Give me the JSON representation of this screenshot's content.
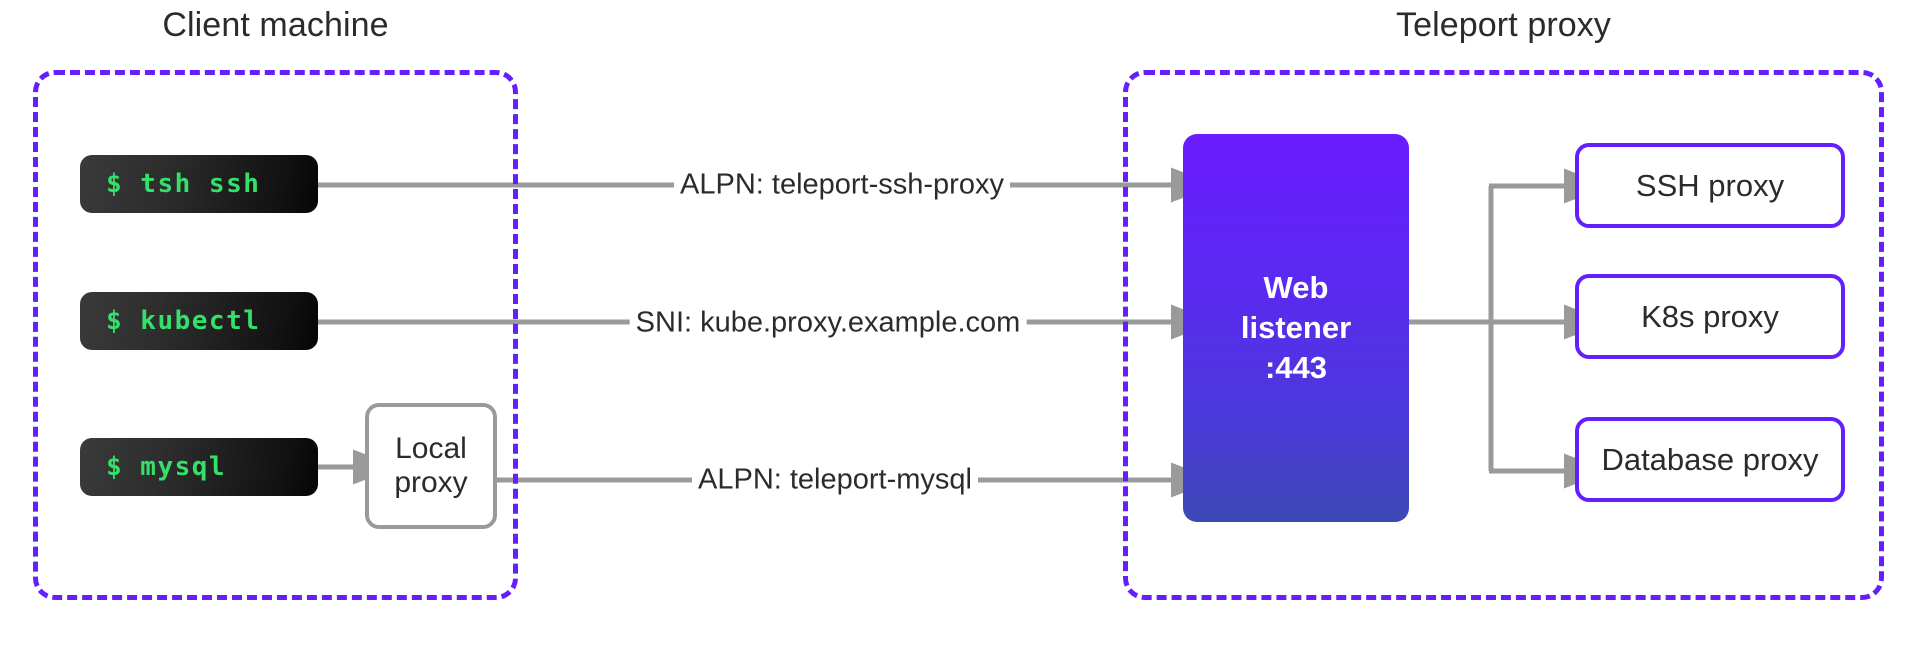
{
  "zones": [
    {
      "id": "client",
      "title": "Client machine"
    },
    {
      "id": "proxy",
      "title": "Teleport proxy"
    }
  ],
  "terminals": [
    {
      "id": "tsh",
      "command": "$ tsh ssh"
    },
    {
      "id": "kubectl",
      "command": "$ kubectl"
    },
    {
      "id": "mysql",
      "command": "$ mysql"
    }
  ],
  "local_proxy": {
    "line1": "Local",
    "line2": "proxy"
  },
  "listener": {
    "line1": "Web",
    "line2": "listener",
    "line3": ":443"
  },
  "edge_labels": [
    {
      "id": "ssh",
      "text": "ALPN: teleport-ssh-proxy"
    },
    {
      "id": "kube",
      "text": "SNI: kube.proxy.example.com"
    },
    {
      "id": "mysql",
      "text": "ALPN: teleport-mysql"
    }
  ],
  "proxy_services": [
    {
      "id": "ssh-proxy",
      "label": "SSH proxy"
    },
    {
      "id": "k8s-proxy",
      "label": "K8s proxy"
    },
    {
      "id": "db-proxy",
      "label": "Database proxy"
    }
  ],
  "colors": {
    "accent_purple": "#651FFF",
    "wire_grey": "#9a9a9a",
    "terminal_green": "#35e06a",
    "text_dark": "#2b2b2b",
    "listener_gradient_top": "#6b1cff",
    "listener_gradient_bottom": "#3c49b4"
  }
}
